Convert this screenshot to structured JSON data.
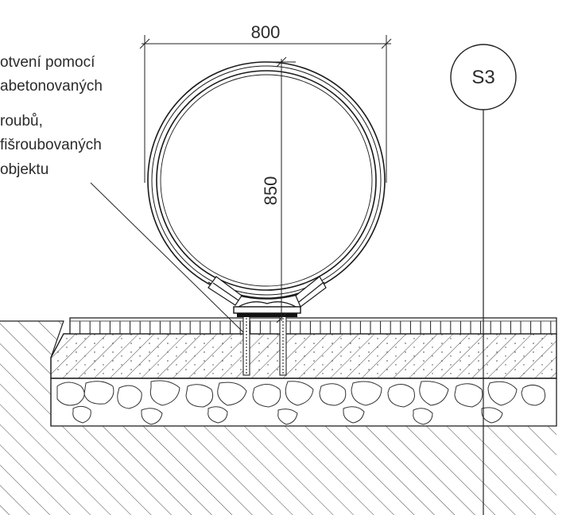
{
  "dimensions": {
    "width_label": "800",
    "height_label": "850"
  },
  "annotation": {
    "lines": [
      "otvení pomocí",
      "abetonovaných",
      "roubů,",
      "fišroubovaných",
      "objektu"
    ]
  },
  "section_marker": {
    "label": "S3"
  }
}
